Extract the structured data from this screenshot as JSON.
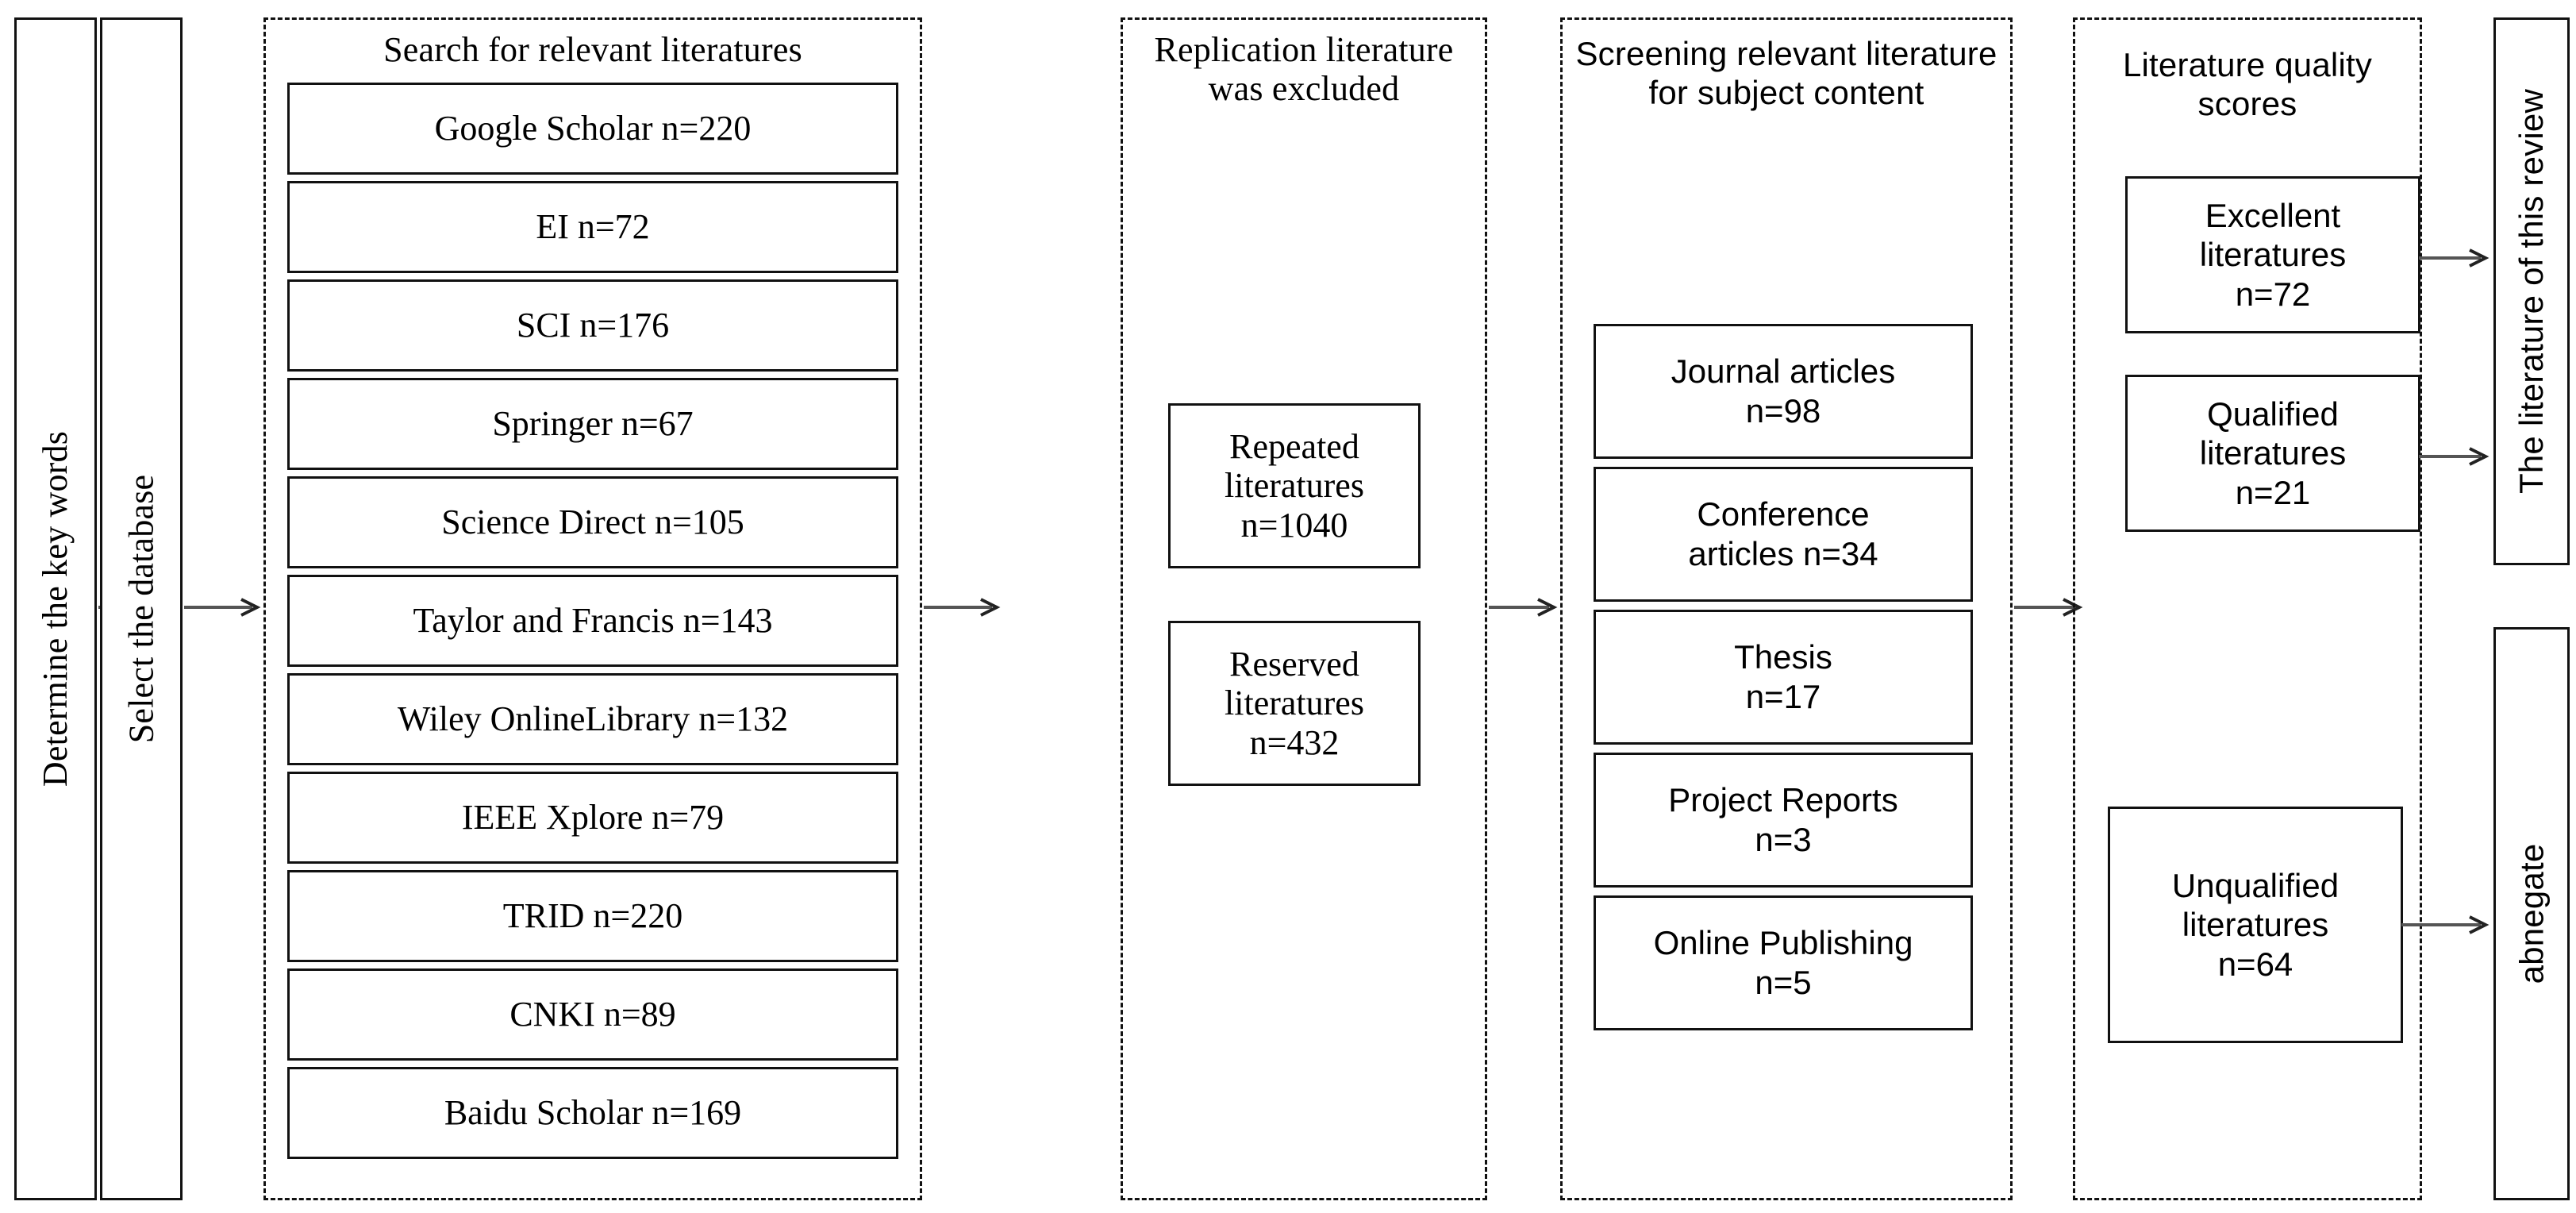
{
  "diagram": {
    "title": "Literature review screening flowchart (PRISMA-style)",
    "stages": {
      "determine": {
        "label": "Determine the key words"
      },
      "select": {
        "label": "Select the database"
      },
      "abnegate": {
        "label": "abnegate"
      },
      "review_output": {
        "label": "The literature of this review"
      }
    },
    "search_group": {
      "heading": "Search for relevant literatures",
      "items": [
        {
          "label": "Google Scholar n=220",
          "source": "Google Scholar",
          "n": 220
        },
        {
          "label": "EI n=72",
          "source": "EI",
          "n": 72
        },
        {
          "label": "SCI n=176",
          "source": "SCI",
          "n": 176
        },
        {
          "label": "Springer n=67",
          "source": "Springer",
          "n": 67
        },
        {
          "label": "Science Direct n=105",
          "source": "Science Direct",
          "n": 105
        },
        {
          "label": "Taylor and Francis n=143",
          "source": "Taylor and Francis",
          "n": 143
        },
        {
          "label": "Wiley OnlineLibrary n=132",
          "source": "Wiley OnlineLibrary",
          "n": 132
        },
        {
          "label": "IEEE Xplore n=79",
          "source": "IEEE Xplore",
          "n": 79
        },
        {
          "label": "TRID n=220",
          "source": "TRID",
          "n": 220
        },
        {
          "label": "CNKI n=89",
          "source": "CNKI",
          "n": 89
        },
        {
          "label": "Baidu Scholar n=169",
          "source": "Baidu Scholar",
          "n": 169
        }
      ]
    },
    "replication_group": {
      "heading": "Replication\nliterature was\nexcluded",
      "items": [
        {
          "label": "Repeated\nliteratures\nn=1040",
          "category": "Repeated literatures",
          "n": 1040
        },
        {
          "label": "Reserved\nliteratures\nn=432",
          "category": "Reserved literatures",
          "n": 432
        }
      ]
    },
    "screening_group": {
      "heading": "Screening\nrelevant\nliterature for\nsubject content",
      "items": [
        {
          "label": "Journal articles\nn=98",
          "category": "Journal articles",
          "n": 98
        },
        {
          "label": "Conference\narticles n=34",
          "category": "Conference articles",
          "n": 34
        },
        {
          "label": "Thesis\nn=17",
          "category": "Thesis",
          "n": 17
        },
        {
          "label": "Project Reports\nn=3",
          "category": "Project Reports",
          "n": 3
        },
        {
          "label": "Online Publishing\nn=5",
          "category": "Online Publishing",
          "n": 5
        }
      ]
    },
    "quality_group": {
      "heading": "Literature\nquality scores",
      "items": [
        {
          "label": "Excellent\nliteratures\nn=72",
          "category": "Excellent literatures",
          "n": 72
        },
        {
          "label": "Qualified\nliteratures\nn=21",
          "category": "Qualified literatures",
          "n": 21
        },
        {
          "label": "Unqualified\nliteratures\nn=64",
          "category": "Unqualified literatures",
          "n": 64
        }
      ]
    },
    "arrows": [
      {
        "from": "determine",
        "to": "select"
      },
      {
        "from": "select",
        "to": "search_group"
      },
      {
        "from": "search_group",
        "to": "replication_group"
      },
      {
        "from": "replication_group",
        "to": "screening_group"
      },
      {
        "from": "screening_group",
        "to": "quality_group"
      },
      {
        "from": "excellent_literatures",
        "to": "review_output"
      },
      {
        "from": "qualified_literatures",
        "to": "review_output"
      },
      {
        "from": "unqualified_literatures",
        "to": "abnegate"
      }
    ],
    "colors": {
      "line": "#111111",
      "arrow": "#555555",
      "background": "#ffffff",
      "text": "#000000"
    }
  }
}
